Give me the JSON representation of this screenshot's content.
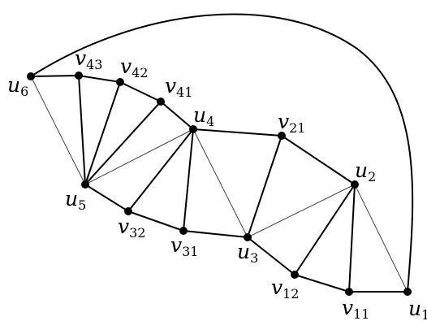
{
  "vertices": [
    {
      "id": "u1",
      "base": "u",
      "sub": "1"
    },
    {
      "id": "u2",
      "base": "u",
      "sub": "2"
    },
    {
      "id": "u3",
      "base": "u",
      "sub": "3"
    },
    {
      "id": "u4",
      "base": "u",
      "sub": "4"
    },
    {
      "id": "u5",
      "base": "u",
      "sub": "5"
    },
    {
      "id": "u6",
      "base": "u",
      "sub": "6"
    },
    {
      "id": "v11",
      "base": "v",
      "sub": "11"
    },
    {
      "id": "v12",
      "base": "v",
      "sub": "12"
    },
    {
      "id": "v21",
      "base": "v",
      "sub": "21"
    },
    {
      "id": "v31",
      "base": "v",
      "sub": "31"
    },
    {
      "id": "v32",
      "base": "v",
      "sub": "32"
    },
    {
      "id": "v41",
      "base": "v",
      "sub": "41"
    },
    {
      "id": "v42",
      "base": "v",
      "sub": "42"
    },
    {
      "id": "v43",
      "base": "v",
      "sub": "43"
    }
  ],
  "edges": [
    [
      "u6",
      "v43",
      "thick"
    ],
    [
      "v43",
      "v42",
      "thick"
    ],
    [
      "v42",
      "v41",
      "thick"
    ],
    [
      "v41",
      "u4",
      "thick"
    ],
    [
      "u4",
      "v21",
      "thick"
    ],
    [
      "v21",
      "u2",
      "thick"
    ],
    [
      "u5",
      "v43",
      "thick"
    ],
    [
      "u5",
      "v42",
      "thick"
    ],
    [
      "u5",
      "v41",
      "thick"
    ],
    [
      "u5",
      "v32",
      "thick"
    ],
    [
      "v32",
      "v31",
      "thick"
    ],
    [
      "v31",
      "u3",
      "thick"
    ],
    [
      "u4",
      "v32",
      "thick"
    ],
    [
      "u4",
      "v31",
      "thick"
    ],
    [
      "u3",
      "v21",
      "thick"
    ],
    [
      "u3",
      "v12",
      "thick"
    ],
    [
      "v12",
      "v11",
      "thick"
    ],
    [
      "v11",
      "u1",
      "thick"
    ],
    [
      "u2",
      "v12",
      "thick"
    ],
    [
      "u2",
      "v11",
      "thick"
    ],
    [
      "u6",
      "u5",
      "thin"
    ],
    [
      "u5",
      "u4",
      "thin"
    ],
    [
      "u4",
      "u3",
      "thin"
    ],
    [
      "u3",
      "u2",
      "thin"
    ],
    [
      "u2",
      "u1",
      "thin"
    ]
  ],
  "outer_arc": [
    "u6",
    "u1"
  ]
}
